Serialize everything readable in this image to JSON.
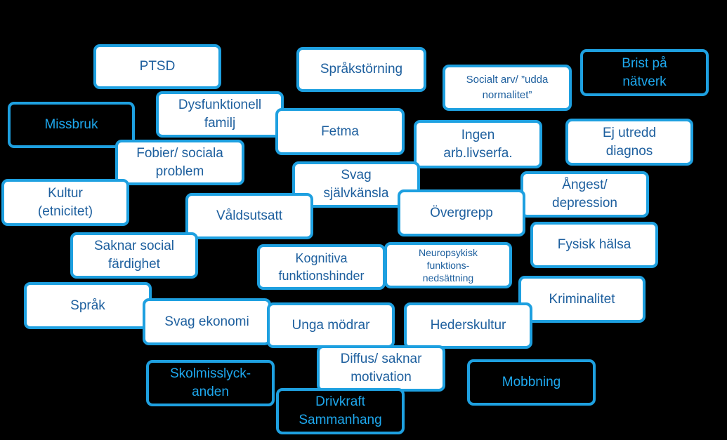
{
  "colors": {
    "background": "#000000",
    "border": "#1ea0e0",
    "light_fill": "#ffffff",
    "light_text": "#1d5f9e",
    "dark_text": "#1ea8ee"
  },
  "boxes": {
    "ptsd": "PTSD",
    "sprakstorning": "Språkstörning",
    "socialt_arv": "Socialt arv/ ”udda normalitet”",
    "brist_natverk": "Brist på nätverk",
    "missbruk": "Missbruk",
    "dysfunktionell_familj": "Dysfunktionell familj",
    "fetma": "Fetma",
    "ingen_arb": "Ingen arb.livserfa.",
    "ej_utredd": "Ej utredd diagnos",
    "fobier": "Fobier/ sociala problem",
    "svag_sjalvkansla": "Svag självkänsla",
    "kultur": "Kultur (etnicitet)",
    "angest": "Ångest/ depression",
    "valdsutsatt": "Våldsutsatt",
    "overgrepp": "Övergrepp",
    "saknar_social": "Saknar social färdighet",
    "kognitiva": "Kognitiva funktionshinder",
    "neuropsykisk": "Neuropsykisk funktions-nedsättning",
    "fysisk_halsa": "Fysisk hälsa",
    "kriminalitet": "Kriminalitet",
    "sprak": "Språk",
    "svag_ekonomi": "Svag ekonomi",
    "unga_modrar": "Unga mödrar",
    "hederskultur": "Hederskultur",
    "diffus": "Diffus/ saknar motivation",
    "skolmisslyckanden": "Skolmisslyck-anden",
    "mobbning": "Mobbning",
    "drivkraft": "Drivkraft Sammanhang"
  }
}
